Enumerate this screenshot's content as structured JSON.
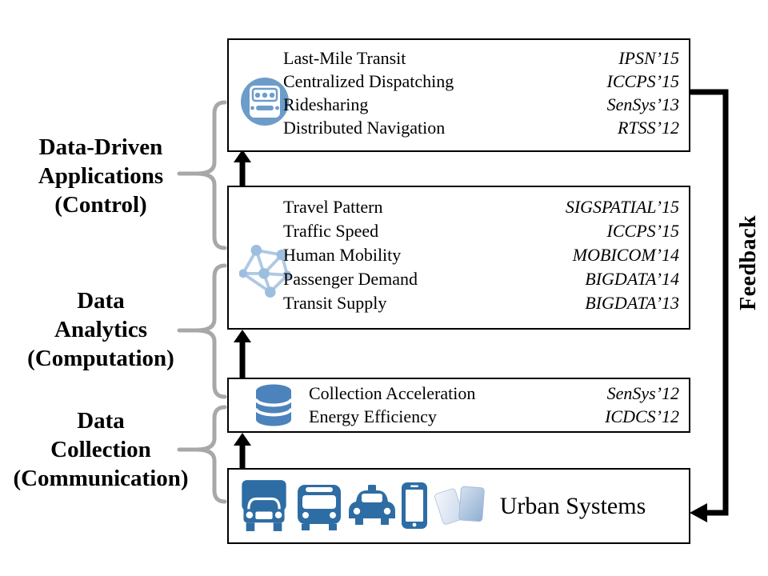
{
  "left_labels": [
    {
      "id": "applications",
      "lines": [
        "Data-Driven",
        "Applications",
        "(Control)"
      ]
    },
    {
      "id": "analytics",
      "lines": [
        "Data",
        "Analytics",
        "(Computation)"
      ]
    },
    {
      "id": "collection",
      "lines": [
        "Data",
        "Collection",
        "(Communication)"
      ]
    }
  ],
  "boxes": {
    "applications": {
      "icon": "shuttle-bus-icon",
      "entries": [
        {
          "topic": "Last-Mile Transit",
          "venue": "IPSN’15"
        },
        {
          "topic": "Centralized Dispatching",
          "venue": "ICCPS’15"
        },
        {
          "topic": "Ridesharing",
          "venue": "SenSys’13"
        },
        {
          "topic": "Distributed Navigation",
          "venue": "RTSS’12"
        }
      ]
    },
    "analytics": {
      "icon": "network-graph-icon",
      "entries": [
        {
          "topic": "Travel Pattern",
          "venue": "SIGSPATIAL’15"
        },
        {
          "topic": "Traffic Speed",
          "venue": "ICCPS’15"
        },
        {
          "topic": "Human Mobility",
          "venue": "MOBICOM’14"
        },
        {
          "topic": "Passenger Demand",
          "venue": "BIGDATA’14"
        },
        {
          "topic": "Transit Supply",
          "venue": "BIGDATA’13"
        }
      ]
    },
    "collection": {
      "icon": "database-icon",
      "entries": [
        {
          "topic": "Collection Acceleration",
          "venue": "SenSys’12"
        },
        {
          "topic": "Energy Efficiency",
          "venue": "ICDCS’12"
        }
      ]
    },
    "urban": {
      "label": "Urban Systems",
      "icons": [
        "truck-icon",
        "bus-icon",
        "taxi-icon",
        "smartphone-icon",
        "smartcards-icon"
      ]
    }
  },
  "feedback": {
    "label": "Feedback"
  },
  "colors": {
    "vehicle_blue": "#2e6da4",
    "circle_icon_blue": "#6d9cc9",
    "network_blue": "#a9c6e3",
    "database_blue": "#4c83bd",
    "brace_gray": "#a8a8a8",
    "arrow_black": "#000000"
  }
}
